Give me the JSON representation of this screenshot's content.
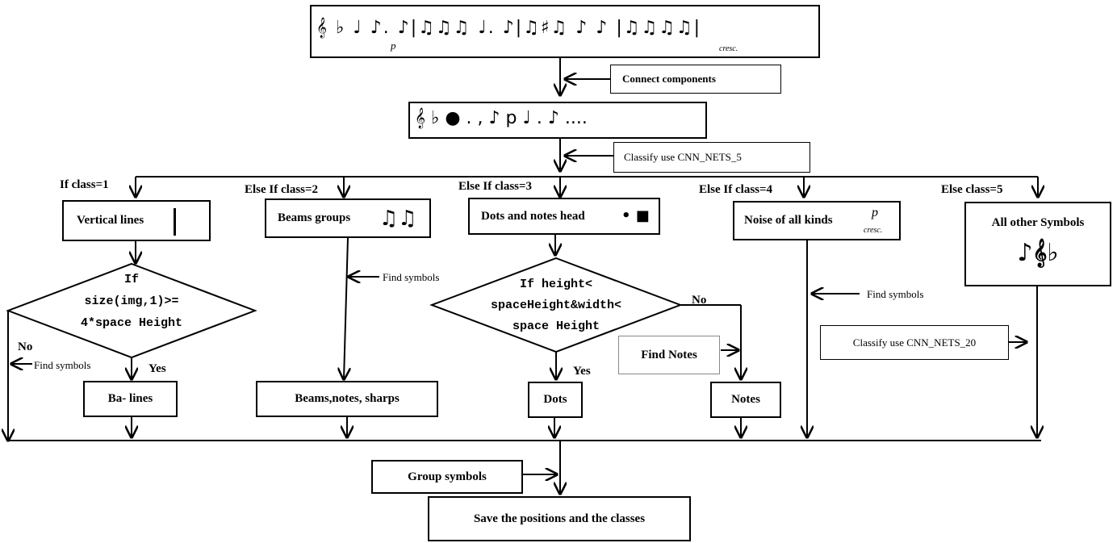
{
  "steps": {
    "connect": "Connect components",
    "classify5": "Classify use CNN_NETS_5",
    "find_symbols": "Find symbols",
    "classify20": "Classify use CNN_NETS_20",
    "group": "Group symbols",
    "save": "Save the positions and the classes"
  },
  "conditions": {
    "c1": "If class=1",
    "c2": "Else If class=2",
    "c3": "Else If class=3",
    "c4": "Else If class=4",
    "c5": "Else class=5"
  },
  "boxes": {
    "vertical_lines": "Vertical lines",
    "beams_groups": "Beams groups",
    "dots_heads": "Dots and notes head",
    "noise": "Noise of all kinds",
    "other_symbols": "All other Symbols",
    "ba_lines": "Ba- lines",
    "beams_notes_sharps": "Beams,notes, sharps",
    "dots": "Dots",
    "notes": "Notes",
    "find_notes": "Find Notes"
  },
  "diamonds": {
    "d1": [
      "If",
      "size(img,1)>=",
      "4*space Height"
    ],
    "d3": [
      "If height<",
      "spaceHeight&width<",
      "space Height"
    ]
  },
  "answers": {
    "yes": "Yes",
    "no": "No"
  },
  "music": {
    "dynamic": "p",
    "cresc": "cresc.",
    "score_glyphs": "𝄞 ♭   ♩  ♪.  ♪|♫♫♫ ♩.  ♪|♫♯♫ ♪  ♪  |♫♫♫♫|",
    "components_glyphs": "𝄞   ♭  ●  . ,  ♪ p   ♩  .  ♪     ....",
    "beams_glyph": "♫♫",
    "dots_glyph": "• ■",
    "other_glyph": "♪𝄞♭"
  }
}
